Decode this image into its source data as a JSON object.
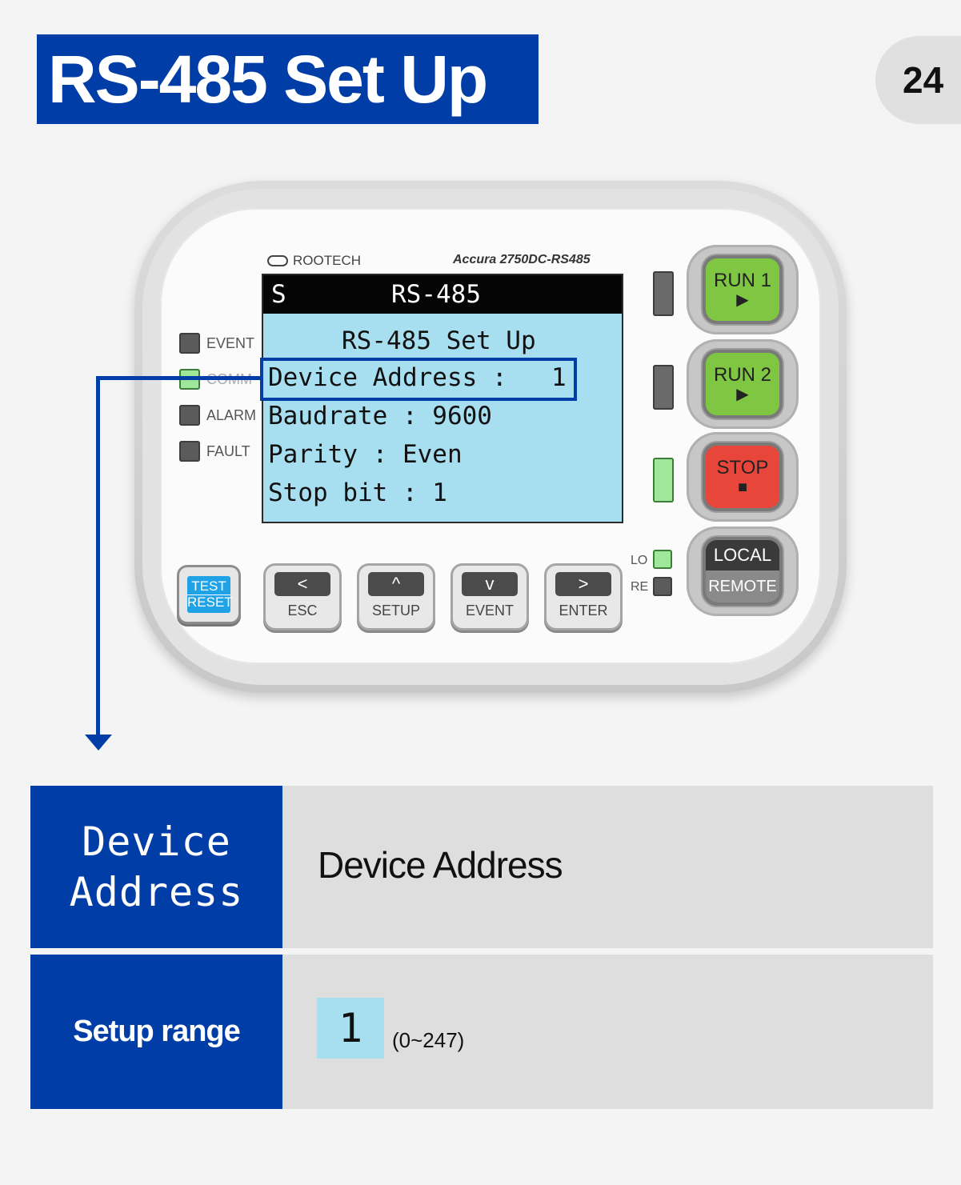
{
  "header": {
    "title": "RS-485 Set Up",
    "page_number": "24"
  },
  "device": {
    "brand": "ROOTECH",
    "model": "Accura 2750DC-RS485",
    "lcd": {
      "header_left": "S",
      "header_center": "RS-485",
      "title": "RS-485 Set Up",
      "line1_label": "Device Address :",
      "line1_value": "1",
      "line2": "Baudrate : 9600",
      "line3": "Parity : Even",
      "line4": "Stop bit : 1"
    },
    "indicators": [
      {
        "label": "EVENT",
        "state": "off"
      },
      {
        "label": "COMM",
        "state": "on"
      },
      {
        "label": "ALARM",
        "state": "off"
      },
      {
        "label": "FAULT",
        "state": "off"
      }
    ],
    "buttons": {
      "run1": "RUN 1",
      "run2": "RUN 2",
      "stop": "STOP",
      "local": "LOCAL",
      "remote": "REMOTE",
      "test": "TEST",
      "reset": "RESET",
      "esc": "ESC",
      "setup": "SETUP",
      "event": "EVENT",
      "enter": "ENTER"
    },
    "mode_labels": {
      "lo": "LO",
      "re": "RE"
    },
    "glyphs": {
      "play": "▶",
      "stop_square": "■",
      "left": "<",
      "up": "^",
      "down": "v",
      "right": ">"
    },
    "colors": {
      "lcd_bg": "#a7dff1",
      "run_green": "#7fc642",
      "stop_red": "#e9463b",
      "accent_blue": "#003da6"
    }
  },
  "table": {
    "row1": {
      "left": "Device\nAddress",
      "right": "Device Address"
    },
    "row2": {
      "left": "Setup range",
      "value": "1",
      "range": "(0~247)"
    }
  }
}
